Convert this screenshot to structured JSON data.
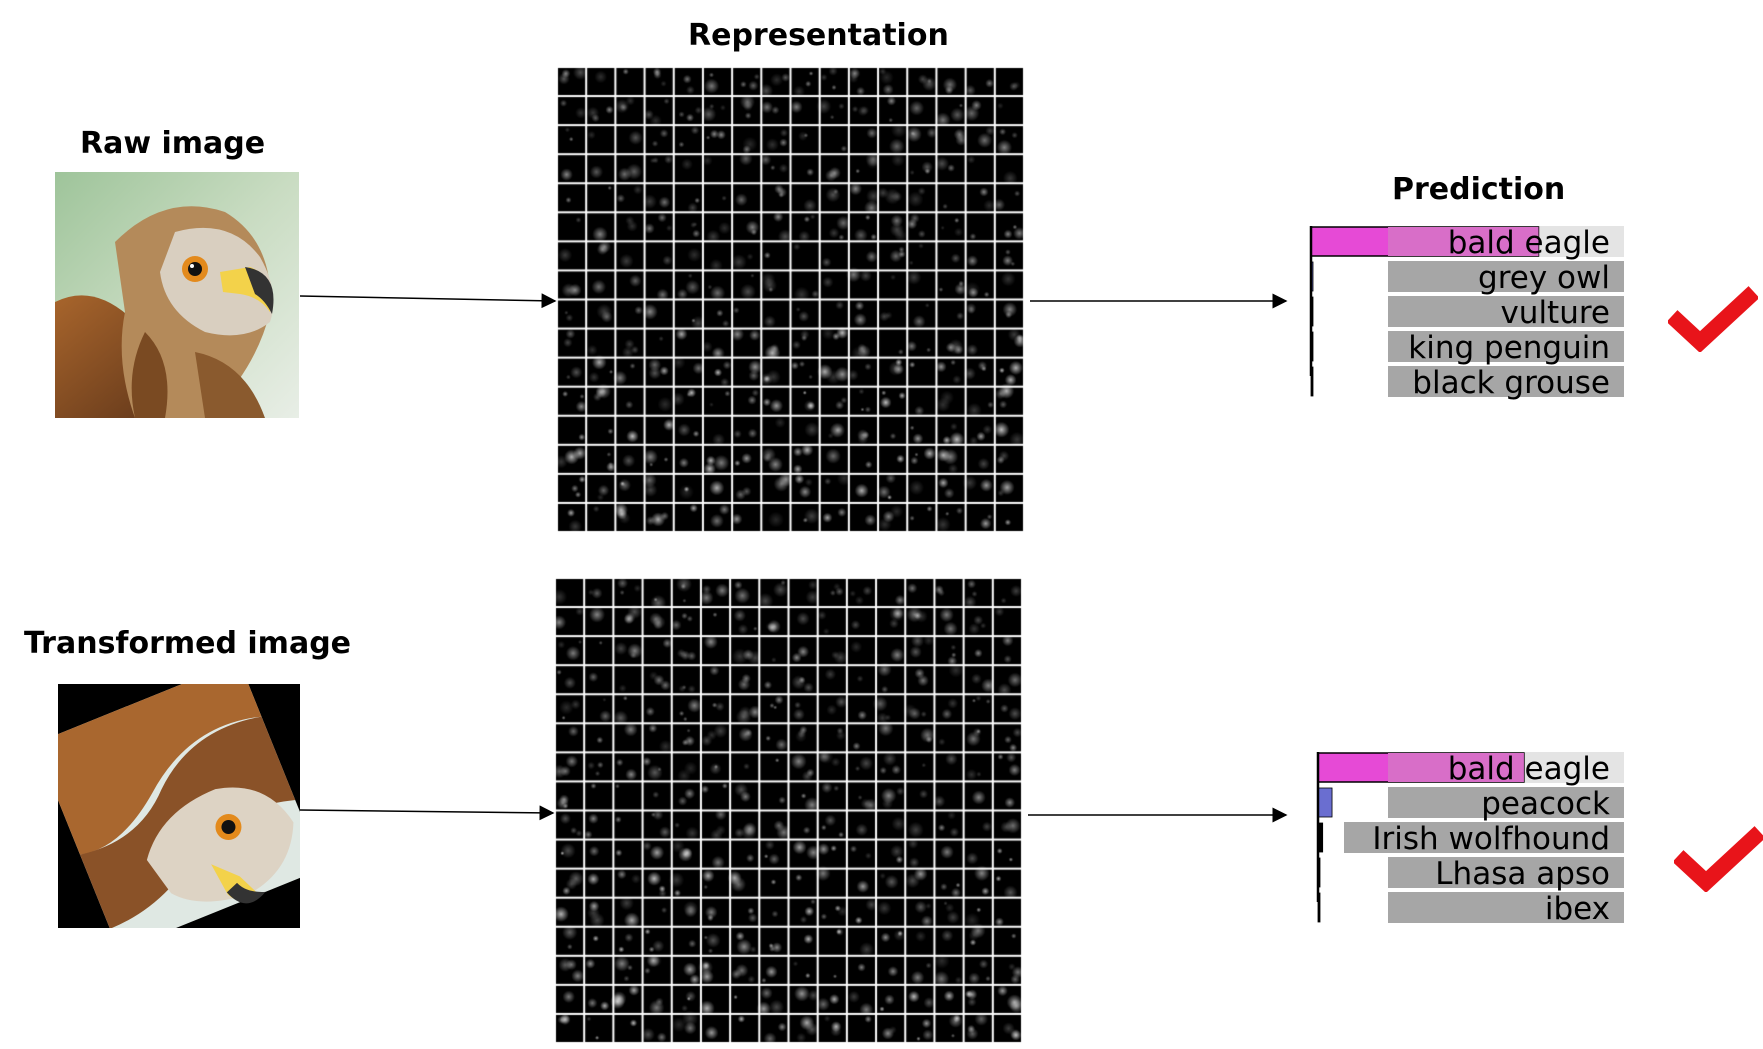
{
  "labels": {
    "raw_image": "Raw image",
    "transformed_image": "Transformed image",
    "representation": "Representation",
    "prediction": "Prediction"
  },
  "colors": {
    "top_bar": "#e64ad6",
    "top_overlay": "#d86ec8",
    "second_bar": "#6a6ed0",
    "label_box": "#a6a6a6",
    "label_box_light": "#e4e4e4",
    "check": "#e8141a"
  },
  "predictions": [
    {
      "id": "raw",
      "correct": true,
      "items": [
        {
          "label": "bald eagle",
          "score": 0.94
        },
        {
          "label": "grey owl",
          "score": 0.004
        },
        {
          "label": "vulture",
          "score": 0.003
        },
        {
          "label": "king penguin",
          "score": 0.002
        },
        {
          "label": "black grouse",
          "score": 0.002
        }
      ]
    },
    {
      "id": "transformed",
      "correct": true,
      "items": [
        {
          "label": "bald eagle",
          "score": 0.88
        },
        {
          "label": "peacock",
          "score": 0.06
        },
        {
          "label": "Irish wolfhound",
          "score": 0.02
        },
        {
          "label": "Lhasa apso",
          "score": 0.005
        },
        {
          "label": "ibex",
          "score": 0.004
        }
      ]
    }
  ],
  "icons": {
    "check": "check-icon",
    "arrow": "arrow-right-icon"
  }
}
